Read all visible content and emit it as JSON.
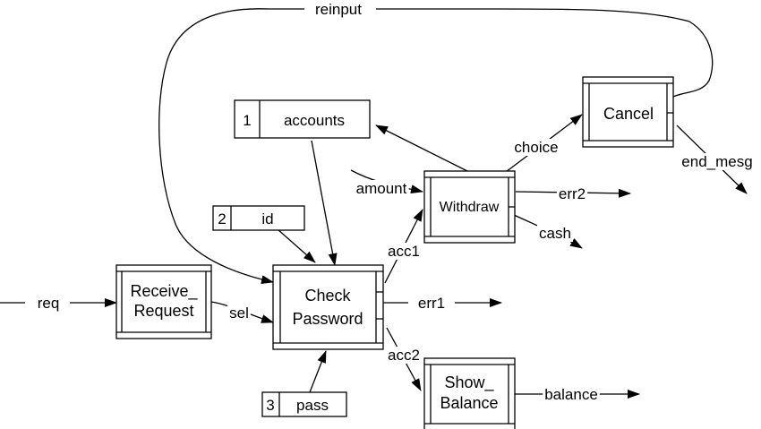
{
  "processes": {
    "receive_request": {
      "line1": "Receive_",
      "line2": "Request"
    },
    "check_password": {
      "line1": "Check",
      "line2": "Password"
    },
    "withdraw": {
      "line1": "Withdraw"
    },
    "cancel": {
      "line1": "Cancel"
    },
    "show_balance": {
      "line1": "Show_",
      "line2": "Balance"
    }
  },
  "stores": {
    "accounts": {
      "number": "1",
      "name": "accounts"
    },
    "id": {
      "number": "2",
      "name": "id"
    },
    "pass": {
      "number": "3",
      "name": "pass"
    }
  },
  "flows": {
    "req": "req",
    "sel": "sel",
    "err1": "err1",
    "acc1": "acc1",
    "acc2": "acc2",
    "amount": "amount",
    "choice": "choice",
    "err2": "err2",
    "cash": "cash",
    "end_mesg": "end_mesg",
    "balance": "balance",
    "reinput": "reinput"
  }
}
